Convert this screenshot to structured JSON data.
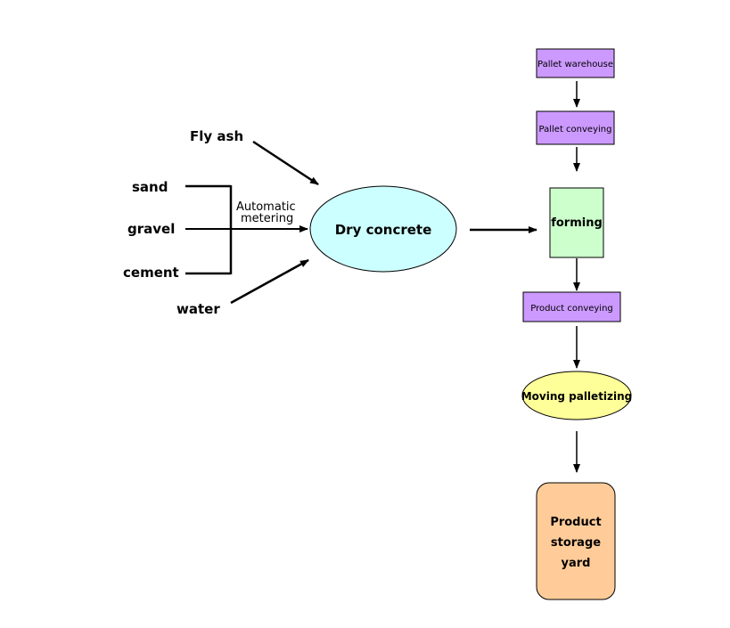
{
  "inputs": {
    "fly_ash": "Fly ash",
    "sand": "sand",
    "gravel": "gravel",
    "cement": "cement",
    "water": "water"
  },
  "metering": {
    "line1": "Automatic",
    "line2": "metering"
  },
  "nodes": {
    "dry_concrete": "Dry concrete",
    "pallet_warehouse": "Pallet warehouse",
    "pallet_conveying": "Pallet conveying",
    "forming": "forming",
    "product_conveying": "Product conveying",
    "moving_palletizing": "Moving palletizing",
    "storage_line1": "Product",
    "storage_line2": "storage",
    "storage_line3": "yard"
  },
  "colors": {
    "ellipse_fill": "#ccffff",
    "purple_fill": "#cc99ff",
    "green_fill": "#ccffcc",
    "yellow_fill": "#ffff99",
    "orange_fill": "#ffcc99"
  }
}
